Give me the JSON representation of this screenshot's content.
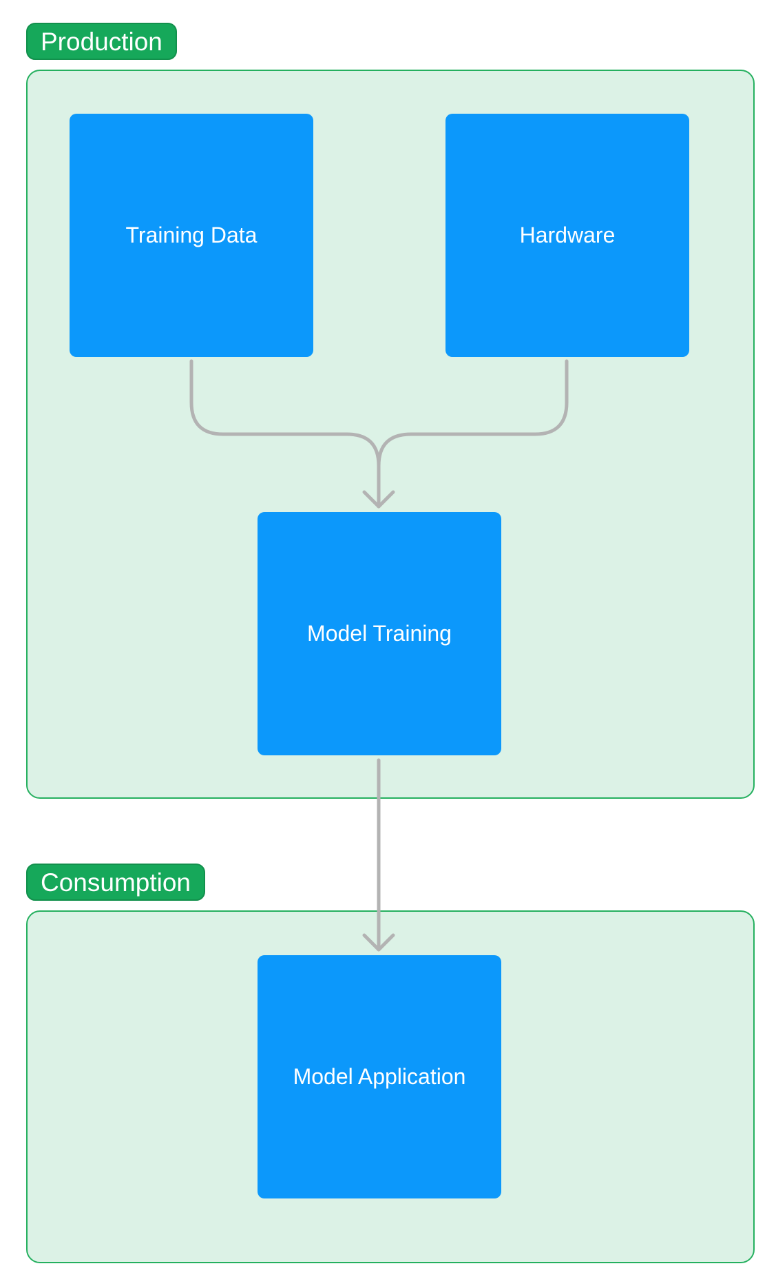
{
  "groups": {
    "production": {
      "label": "Production"
    },
    "consumption": {
      "label": "Consumption"
    }
  },
  "nodes": {
    "training_data": {
      "label": "Training Data"
    },
    "hardware": {
      "label": "Hardware"
    },
    "model_training": {
      "label": "Model Training"
    },
    "model_application": {
      "label": "Model Application"
    }
  },
  "colors": {
    "group_label_bg": "#16a85a",
    "group_bg": "#dcf2e6",
    "group_border": "#25b05f",
    "node_bg": "#0c98fb",
    "connector": "#b3b3b3"
  }
}
